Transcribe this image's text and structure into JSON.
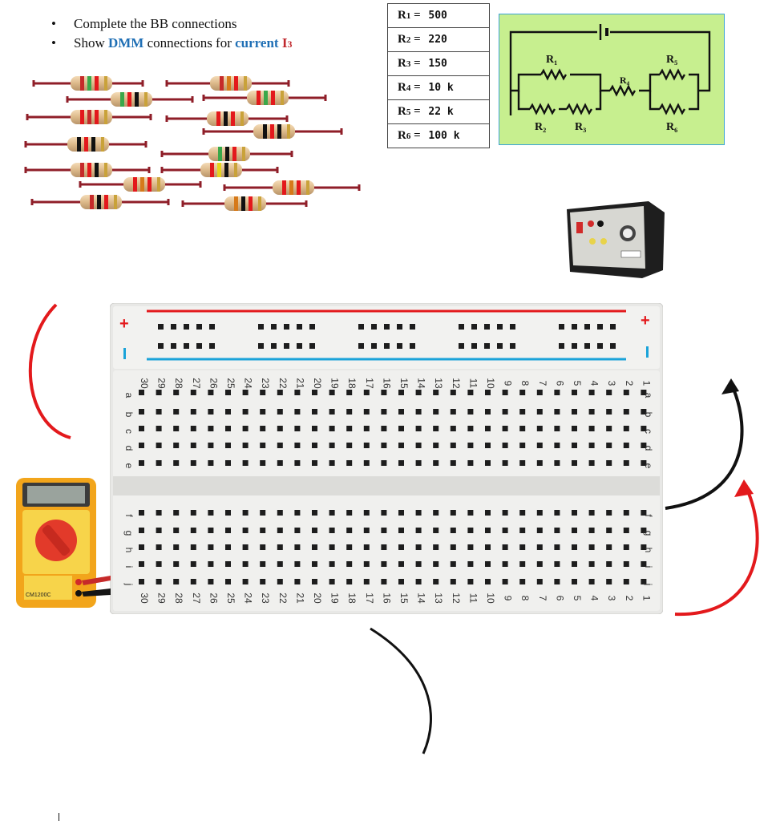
{
  "instructions": {
    "item1": "Complete the BB connections",
    "item2_prefix": "Show",
    "item2_dmm": "DMM",
    "item2_mid": "connections for",
    "item2_current": "current",
    "item2_i3": "I",
    "item2_i3_sub": "3"
  },
  "resistor_table": [
    {
      "name": "R",
      "sub": "1",
      "value": "500"
    },
    {
      "name": "R",
      "sub": "2",
      "value": "220"
    },
    {
      "name": "R",
      "sub": "3",
      "value": "150"
    },
    {
      "name": "R",
      "sub": "4",
      "value": "10 k"
    },
    {
      "name": "R",
      "sub": "5",
      "value": "22 k"
    },
    {
      "name": "R",
      "sub": "6",
      "value": "100 k"
    }
  ],
  "schematic": {
    "labels": [
      "R₁",
      "R₅",
      "R₄",
      "R₂",
      "R₃",
      "R₆"
    ],
    "bg_color": "#c7ef8f"
  },
  "breadboard": {
    "rail_plus": "+",
    "rail_minus": "–",
    "row_letters_top": [
      "a",
      "b",
      "c",
      "d",
      "e"
    ],
    "row_letters_bottom": [
      "f",
      "g",
      "h",
      "i",
      "j"
    ],
    "column_numbers": [
      "30",
      "29",
      "28",
      "27",
      "26",
      "25",
      "24",
      "23",
      "22",
      "21",
      "20",
      "19",
      "18",
      "17",
      "16",
      "15",
      "14",
      "13",
      "12",
      "11",
      "10",
      "9",
      "8",
      "7",
      "6",
      "5",
      "4",
      "3",
      "2",
      "1"
    ]
  },
  "multimeter": {
    "model": "CM1200C"
  },
  "colors": {
    "red": "#e3191c",
    "blue": "#1aa3d9",
    "wire_black": "#111111",
    "wire_red": "#e3191c"
  }
}
